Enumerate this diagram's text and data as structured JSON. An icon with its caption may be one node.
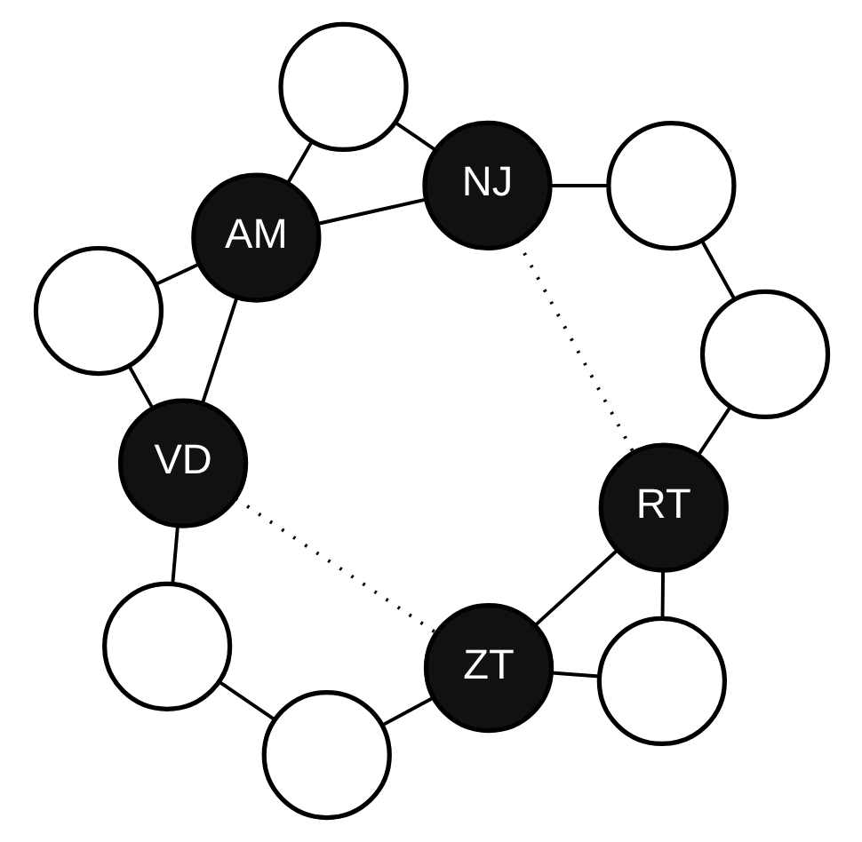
{
  "diagram": {
    "nodes": [
      {
        "text": [
          "AM"
        ]
      },
      {
        "text": [],
        "shape": "circle"
      },
      {
        "text": [],
        "shape": "circle"
      },
      {
        "text": [
          "NJ"
        ]
      },
      {
        "text": [
          "VD"
        ]
      },
      {
        "text": [],
        "shape": "circle"
      },
      {
        "text": [],
        "shape": "circle"
      },
      {
        "text": [],
        "shape": "circle"
      },
      {
        "text": [],
        "shape": "circle"
      },
      {
        "text": [
          "RT"
        ]
      },
      {
        "text": [
          "ZT"
        ]
      },
      {
        "text": [],
        "shape": "circle"
      }
    ],
    "edges": [
      {
        "from": 0,
        "to": 1,
        "arrow": "none"
      },
      {
        "from": 1,
        "to": 3,
        "arrow": "none"
      },
      {
        "from": 3,
        "to": 5,
        "arrow": "none"
      },
      {
        "from": 5,
        "to": 7,
        "arrow": "none"
      },
      {
        "from": 7,
        "to": 9,
        "arrow": "none"
      },
      {
        "from": 9,
        "to": 11,
        "arrow": "none"
      },
      {
        "from": 11,
        "to": 10,
        "arrow": "none"
      },
      {
        "from": 10,
        "to": 8,
        "arrow": "none"
      },
      {
        "from": 8,
        "to": 6,
        "arrow": "none"
      },
      {
        "from": 6,
        "to": 4,
        "arrow": "none"
      },
      {
        "from": 4,
        "to": 2,
        "arrow": "none"
      },
      {
        "from": 2,
        "to": 0,
        "arrow": "none"
      },
      {
        "from": 0,
        "to": 3,
        "arrow": "none"
      },
      {
        "from": 0,
        "to": 4,
        "arrow": "none"
      },
      {
        "from": 3,
        "to": 9,
        "arrow": "none",
        "style": "dashed"
      },
      {
        "from": 4,
        "to": 10,
        "arrow": "none",
        "style": "dashed"
      },
      {
        "from": 9,
        "to": 10,
        "arrow": "none"
      }
    ]
  }
}
